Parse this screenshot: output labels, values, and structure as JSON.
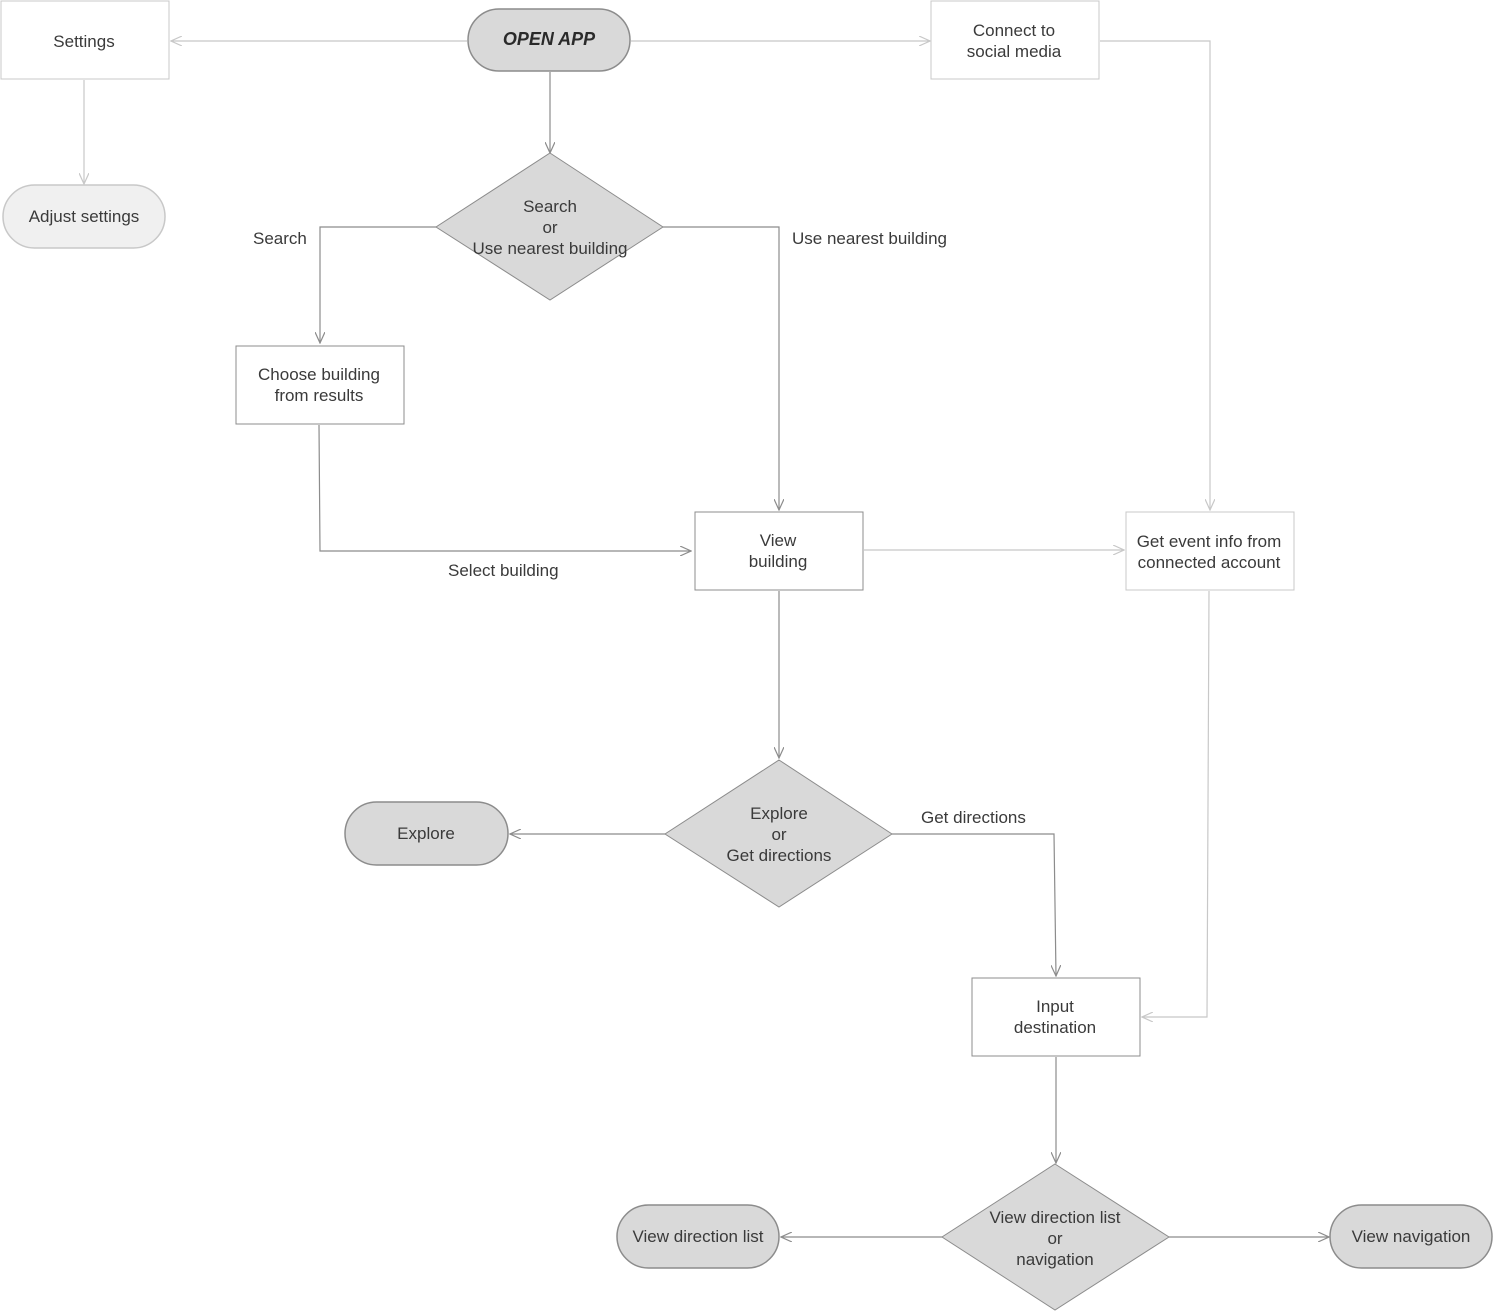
{
  "diagram": {
    "start": {
      "label": "OPEN APP"
    },
    "settings": {
      "label": "Settings"
    },
    "adjust_settings": {
      "label": "Adjust settings"
    },
    "connect_social": {
      "line1": "Connect to",
      "line2": "social media"
    },
    "search_decision": {
      "line1": "Search",
      "line2": "or",
      "line3": "Use nearest building"
    },
    "choose_building": {
      "line1": "Choose building",
      "line2": "from results"
    },
    "view_building": {
      "line1": "View",
      "line2": "building"
    },
    "event_info": {
      "line1": "Get event info from",
      "line2": "connected account"
    },
    "explore_decision": {
      "line1": "Explore",
      "line2": "or",
      "line3": "Get directions"
    },
    "explore": {
      "label": "Explore"
    },
    "input_destination": {
      "line1": "Input",
      "line2": "destination"
    },
    "view_decision": {
      "line1": "View direction list",
      "line2": "or",
      "line3": "navigation"
    },
    "view_direction_list": {
      "label": "View direction list"
    },
    "view_navigation": {
      "label": "View navigation"
    },
    "edges": {
      "search": "Search",
      "use_nearest": "Use nearest building",
      "select_building": "Select building",
      "get_directions": "Get directions"
    }
  },
  "colors": {
    "decision_fill": "#d9d9d9",
    "terminal_fill": "#d9d9d9",
    "terminal_light_fill": "#f0f0f0",
    "process_fill": "#ffffff",
    "stroke_dark": "#8c8c8c",
    "stroke_light": "#c8c8c8",
    "text": "#3a3a3a"
  }
}
